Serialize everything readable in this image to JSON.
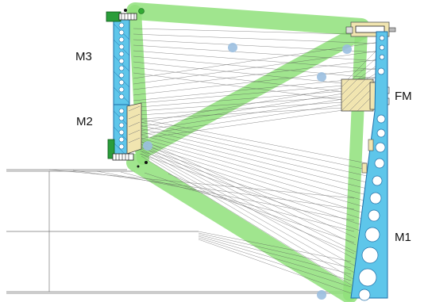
{
  "labels": {
    "m3": "M3",
    "m2": "M2",
    "fm": "FM",
    "m1": "M1"
  },
  "colors": {
    "frame": "#8fe07a",
    "mirror": "#5ec6ea",
    "mirror_dark": "#1e6fa8",
    "fold_housing": "#f1e5b0",
    "ray": "#555555",
    "node": "#9bbfe0"
  },
  "icons": {
    "adjuster": "screw-adjuster-icon"
  }
}
